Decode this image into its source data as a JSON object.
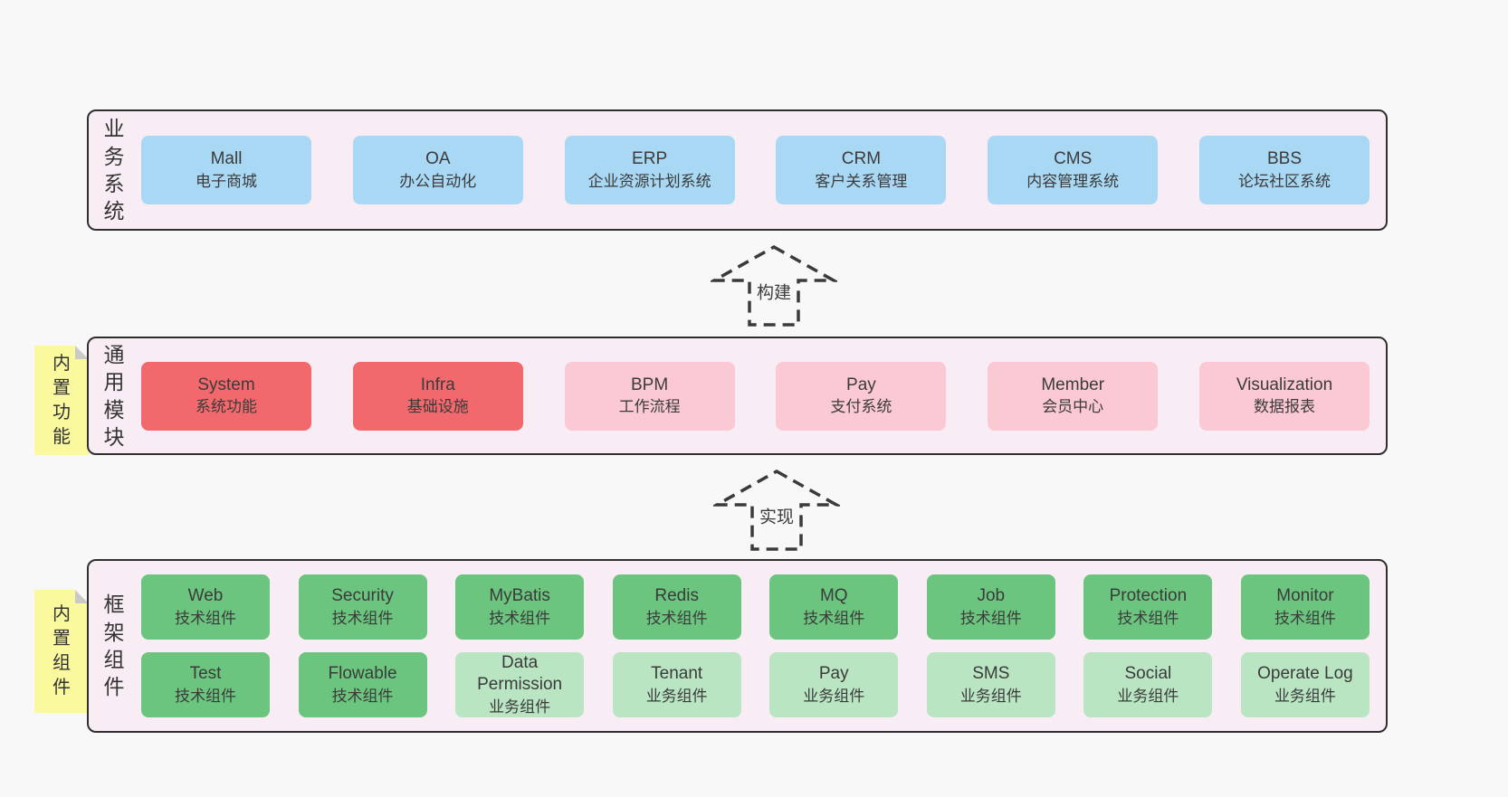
{
  "colors": {
    "page_bg": "#f8f8f8",
    "band_bg": "#f8edf5",
    "band_border": "#2f2f2f",
    "box_blue": "#a9d8f4",
    "box_red": "#f2696d",
    "box_pink": "#fac9d3",
    "box_green": "#6bc57e",
    "box_light_green": "#b9e5c3",
    "sticky_yellow": "#fbf99e",
    "sticky_fold_gray": "#c9c9c9",
    "text": "#3b3b3b"
  },
  "arrows": [
    {
      "label": "构建"
    },
    {
      "label": "实现"
    }
  ],
  "bands": [
    {
      "label": "业务系统",
      "rows": [
        [
          {
            "title": "Mall",
            "subtitle": "电子商城",
            "variant": "blue"
          },
          {
            "title": "OA",
            "subtitle": "办公自动化",
            "variant": "blue"
          },
          {
            "title": "ERP",
            "subtitle": "企业资源计划系统",
            "variant": "blue"
          },
          {
            "title": "CRM",
            "subtitle": "客户关系管理",
            "variant": "blue"
          },
          {
            "title": "CMS",
            "subtitle": "内容管理系统",
            "variant": "blue"
          },
          {
            "title": "BBS",
            "subtitle": "论坛社区系统",
            "variant": "blue"
          }
        ]
      ]
    },
    {
      "label": "通用模块",
      "sticky": "内置功能",
      "rows": [
        [
          {
            "title": "System",
            "subtitle": "系统功能",
            "variant": "red"
          },
          {
            "title": "Infra",
            "subtitle": "基础设施",
            "variant": "red"
          },
          {
            "title": "BPM",
            "subtitle": "工作流程",
            "variant": "pink"
          },
          {
            "title": "Pay",
            "subtitle": "支付系统",
            "variant": "pink"
          },
          {
            "title": "Member",
            "subtitle": "会员中心",
            "variant": "pink"
          },
          {
            "title": "Visualization",
            "subtitle": "数据报表",
            "variant": "pink"
          }
        ]
      ]
    },
    {
      "label": "框架组件",
      "sticky": "内置组件",
      "rows": [
        [
          {
            "title": "Web",
            "subtitle": "技术组件",
            "variant": "green"
          },
          {
            "title": "Security",
            "subtitle": "技术组件",
            "variant": "green"
          },
          {
            "title": "MyBatis",
            "subtitle": "技术组件",
            "variant": "green"
          },
          {
            "title": "Redis",
            "subtitle": "技术组件",
            "variant": "green"
          },
          {
            "title": "MQ",
            "subtitle": "技术组件",
            "variant": "green"
          },
          {
            "title": "Job",
            "subtitle": "技术组件",
            "variant": "green"
          },
          {
            "title": "Protection",
            "subtitle": "技术组件",
            "variant": "green"
          },
          {
            "title": "Monitor",
            "subtitle": "技术组件",
            "variant": "green"
          }
        ],
        [
          {
            "title": "Test",
            "subtitle": "技术组件",
            "variant": "green"
          },
          {
            "title": "Flowable",
            "subtitle": "技术组件",
            "variant": "green"
          },
          {
            "title": "Data Permission",
            "subtitle": "业务组件",
            "variant": "lightgreen"
          },
          {
            "title": "Tenant",
            "subtitle": "业务组件",
            "variant": "lightgreen"
          },
          {
            "title": "Pay",
            "subtitle": "业务组件",
            "variant": "lightgreen"
          },
          {
            "title": "SMS",
            "subtitle": "业务组件",
            "variant": "lightgreen"
          },
          {
            "title": "Social",
            "subtitle": "业务组件",
            "variant": "lightgreen"
          },
          {
            "title": "Operate Log",
            "subtitle": "业务组件",
            "variant": "lightgreen"
          }
        ]
      ]
    }
  ]
}
